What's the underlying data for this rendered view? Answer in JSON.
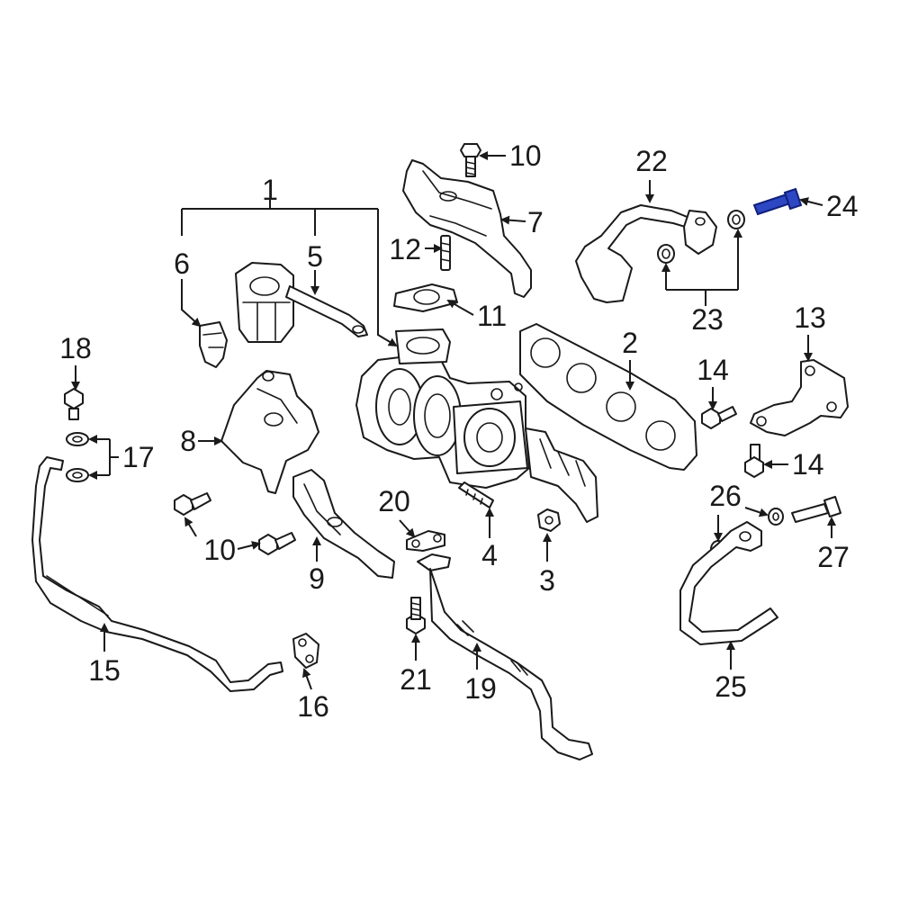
{
  "colors": {
    "line": "#1a1a1a",
    "highlight": "#2d47c4",
    "highlight_stroke": "#0f1f7a",
    "background": "#ffffff"
  },
  "callouts": [
    {
      "id": "c1",
      "label": "1"
    },
    {
      "id": "c2",
      "label": "2"
    },
    {
      "id": "c3",
      "label": "3"
    },
    {
      "id": "c4",
      "label": "4"
    },
    {
      "id": "c5",
      "label": "5"
    },
    {
      "id": "c6",
      "label": "6"
    },
    {
      "id": "c7",
      "label": "7"
    },
    {
      "id": "c8",
      "label": "8"
    },
    {
      "id": "c9",
      "label": "9"
    },
    {
      "id": "c10a",
      "label": "10"
    },
    {
      "id": "c10b",
      "label": "10"
    },
    {
      "id": "c11",
      "label": "11"
    },
    {
      "id": "c12",
      "label": "12"
    },
    {
      "id": "c13",
      "label": "13"
    },
    {
      "id": "c14a",
      "label": "14"
    },
    {
      "id": "c14b",
      "label": "14"
    },
    {
      "id": "c15",
      "label": "15"
    },
    {
      "id": "c16",
      "label": "16"
    },
    {
      "id": "c17",
      "label": "17"
    },
    {
      "id": "c18",
      "label": "18"
    },
    {
      "id": "c19",
      "label": "19"
    },
    {
      "id": "c20",
      "label": "20"
    },
    {
      "id": "c21",
      "label": "21"
    },
    {
      "id": "c22",
      "label": "22"
    },
    {
      "id": "c23",
      "label": "23"
    },
    {
      "id": "c24",
      "label": "24"
    },
    {
      "id": "c25",
      "label": "25"
    },
    {
      "id": "c26",
      "label": "26"
    },
    {
      "id": "c27",
      "label": "27"
    }
  ]
}
